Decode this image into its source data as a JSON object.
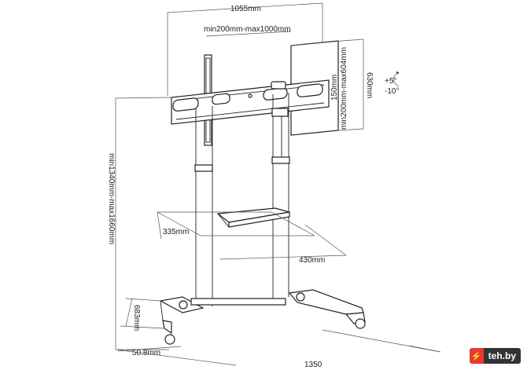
{
  "labels": {
    "overall_width": "1055mm",
    "vesa_range": "min200mm-max1000mm",
    "vesa_vertical_range": "min200mm-max604mm",
    "plate_height": "630mm",
    "slot_150": "150mm",
    "tilt_up": "+5°",
    "tilt_down": "-10°",
    "height_range": "min1340mm-max1660mm",
    "shelf_depth": "335mm",
    "shelf_width": "430mm",
    "base_depth": "683mm",
    "caster_offset": "50.8mm",
    "base_width": "1350"
  },
  "watermark": {
    "icon": "bolt-icon",
    "site": "teh.by"
  }
}
